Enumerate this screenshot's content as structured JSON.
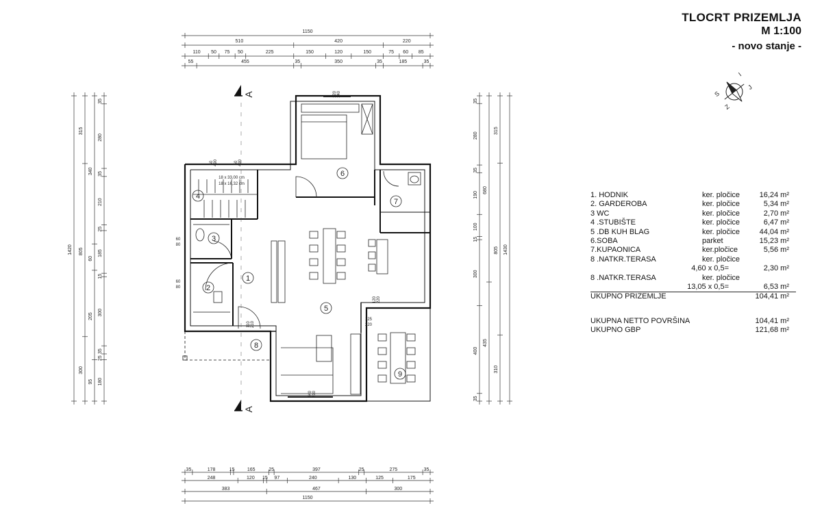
{
  "title": {
    "line1": "TLOCRT PRIZEMLJA",
    "line2": "M 1:100",
    "line3": "- novo stanje -"
  },
  "legend": {
    "rooms": [
      {
        "name": "1. HODNIK",
        "material": "ker. pločice",
        "area": "16,24 m²"
      },
      {
        "name": "2. GARDEROBA",
        "material": "ker. pločice",
        "area": "5,34 m²"
      },
      {
        "name": "3  WC",
        "material": "ker. pločice",
        "area": "2,70 m²"
      },
      {
        "name": "4 .STUBIŠTE",
        "material": "ker. pločice",
        "area": "6,47 m²"
      },
      {
        "name": "5 .DB KUH BLAG",
        "material": "ker. pločice",
        "area": "44,04 m²"
      },
      {
        "name": "6.SOBA",
        "material": "parket",
        "area": "15,23 m²"
      },
      {
        "name": "7.KUPAONICA",
        "material": "ker.pločice",
        "area": "5,56 m²"
      },
      {
        "name": "8 .NATKR.TERASA",
        "material": "ker. pločice",
        "area": ""
      },
      {
        "name": "",
        "calc": "4,60 x 0,5=",
        "area": "2,30 m²"
      },
      {
        "name": "8 .NATKR.TERASA",
        "material": "ker. pločice",
        "area": ""
      },
      {
        "name": "",
        "calc": "13,05 x 0,5=",
        "area": "6,53 m²"
      }
    ],
    "total_label": "UKUPNO PRIZEMLJE",
    "total_value": "104,41 m²",
    "net_label": "UKUPNA NETTO POVRŠINA",
    "net_value": "104,41  m²",
    "gbp_label": "UKUPNO GBP",
    "gbp_value": "121,68  m²"
  },
  "room_numbers": [
    "1",
    "2",
    "3",
    "4",
    "5",
    "6",
    "7",
    "8",
    "9"
  ],
  "section_marks": {
    "top": "A",
    "bottom": "A"
  },
  "stair_label": {
    "line1": "18 x 33,00 cm",
    "line2": "18 x 16,32 cm"
  },
  "compass": {
    "letters": [
      "S",
      "I",
      "Z",
      "J"
    ]
  },
  "dimensions": {
    "top_total": "1150",
    "top_row2": [
      "510",
      "420",
      "220"
    ],
    "top_row3": [
      "110",
      "50",
      "75",
      "50",
      "225",
      "150",
      "120",
      "150",
      "75",
      "60",
      "85"
    ],
    "top_row4": [
      "55",
      "455",
      "35",
      "350",
      "35",
      "185",
      "35"
    ],
    "bottom_row1": [
      "35",
      "178",
      "15",
      "165",
      "25",
      "397",
      "25",
      "275",
      "35"
    ],
    "bottom_row2": [
      "248",
      "120",
      "15",
      "97",
      "240",
      "130",
      "125",
      "175"
    ],
    "bottom_row3": [
      "383",
      "467",
      "300"
    ],
    "bottom_total": "1150",
    "left_total": "1420",
    "left_row2": [
      "315",
      "805",
      "300"
    ],
    "left_row3": [
      "340",
      "60",
      "205",
      "95"
    ],
    "left_row4": [
      "35",
      "280",
      "35",
      "210",
      "25",
      "185",
      "15",
      "300",
      "35",
      "25",
      "180"
    ],
    "right_total": "1430",
    "right_row2": [
      "315",
      "805",
      "310"
    ],
    "right_row3": [
      "680",
      "435"
    ],
    "right_row4": [
      "35",
      "280",
      "35",
      "190",
      "100",
      "15",
      "300",
      "400",
      "35"
    ],
    "wall_openings": [
      "50",
      "490",
      "50",
      "490",
      "120",
      "140",
      "60",
      "80",
      "60",
      "80",
      "120",
      "220",
      "125",
      "220",
      "110",
      "210",
      "240",
      "210"
    ]
  }
}
